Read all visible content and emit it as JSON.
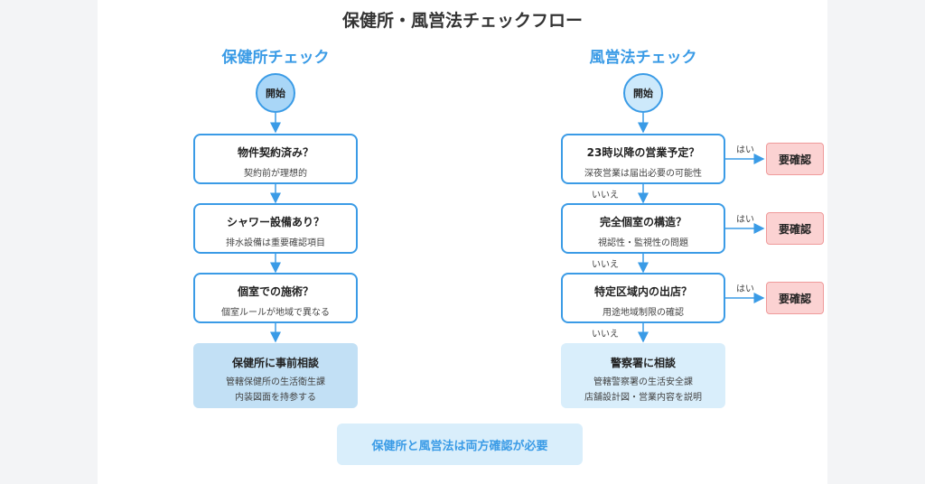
{
  "title": "保健所・風営法チェックフロー",
  "left": {
    "heading": "保健所チェック",
    "start": "開始",
    "steps": [
      {
        "main": "物件契約済み？",
        "sub": "契約前が理想的"
      },
      {
        "main": "シャワー設備あり？",
        "sub": "排水設備は重要確認項目"
      },
      {
        "main": "個室での施術？",
        "sub": "個室ルールが地域で異なる"
      }
    ],
    "result": {
      "main": "保健所に事前相談",
      "sub1": "管轄保健所の生活衛生課",
      "sub2": "内装図面を持参する"
    }
  },
  "right": {
    "heading": "風営法チェック",
    "start": "開始",
    "steps": [
      {
        "main": "23時以降の営業予定？",
        "sub": "深夜営業は届出必要の可能性",
        "yes": "はい",
        "no": "いいえ",
        "need": "要確認"
      },
      {
        "main": "完全個室の構造？",
        "sub": "視認性・監視性の問題",
        "yes": "はい",
        "no": "いいえ",
        "need": "要確認"
      },
      {
        "main": "特定区域内の出店？",
        "sub": "用途地域制限の確認",
        "yes": "はい",
        "no": "いいえ",
        "need": "要確認"
      }
    ],
    "result": {
      "main": "警察署に相談",
      "sub1": "管轄警察署の生活安全課",
      "sub2": "店舗設計図・営業内容を説明"
    }
  },
  "footer": "保健所と風営法は両方確認が必要",
  "colors": {
    "accent": "#3a9be6",
    "warning_fill": "#fbd2d2",
    "result_fill": "#c2e0f5"
  }
}
